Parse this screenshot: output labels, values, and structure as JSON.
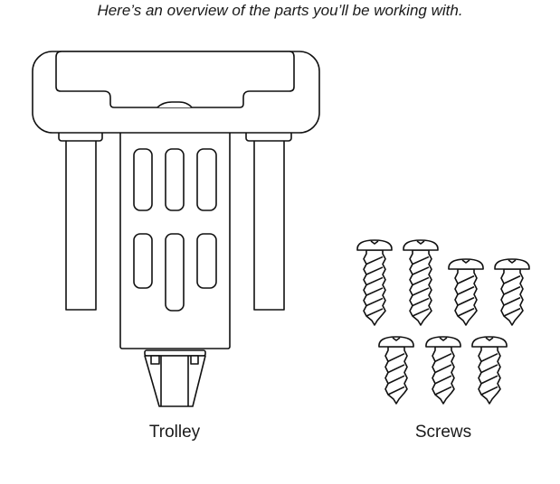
{
  "caption": "Here’s an overview of the parts you’ll be working with.",
  "parts": [
    {
      "label": "Trolley",
      "quantity": 1
    },
    {
      "label": "Screws",
      "quantity": 7
    }
  ]
}
